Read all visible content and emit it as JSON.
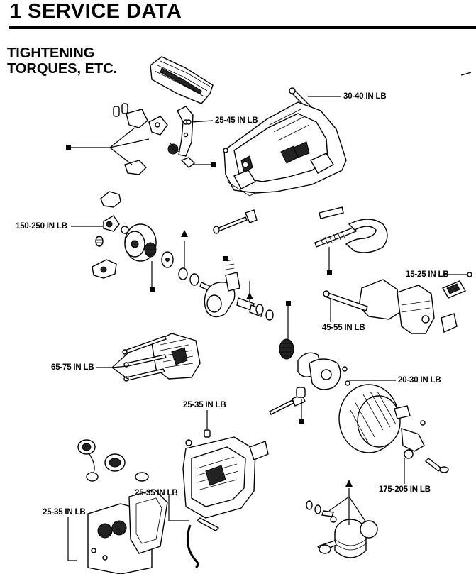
{
  "header": {
    "title": "1 SERVICE DATA",
    "subtitle_line1": "TIGHTENING",
    "subtitle_line2": "TORQUES,  ETC."
  },
  "torques": {
    "t1": "30-40 IN LB",
    "t2": "25-45 IN LB",
    "t3": "150-250 IN LB",
    "t4": "15-25 IN LB",
    "t5": "45-55 IN LB",
    "t6": "65-75 IN LB",
    "t7": "20-30 IN LB",
    "t8": "25-35 IN LB",
    "t9": "175-205 IN LB",
    "t10": "25-35 IN LB",
    "t11": "25-35 IN LB"
  }
}
